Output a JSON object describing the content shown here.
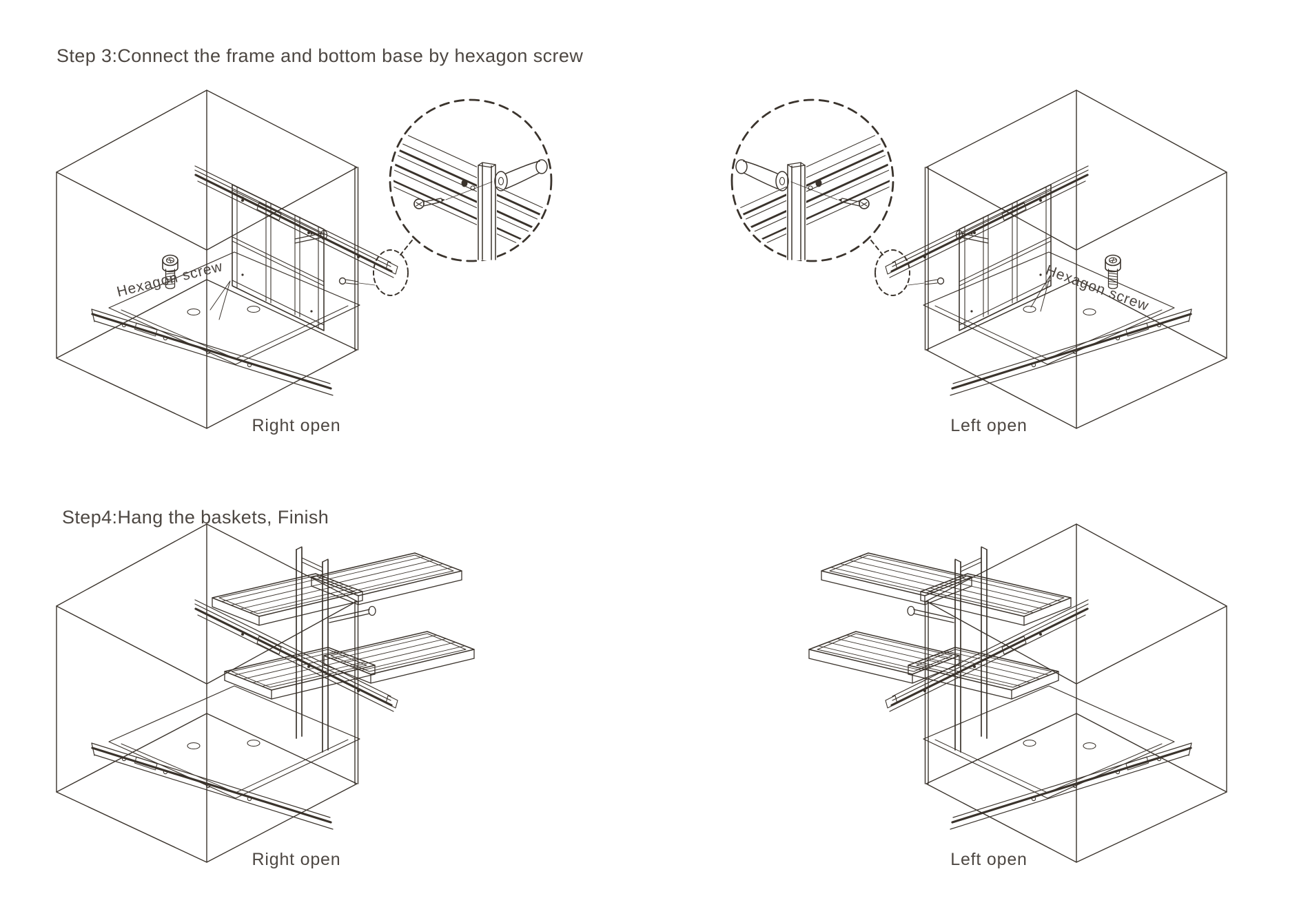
{
  "page": {
    "background": "#ffffff",
    "line_color": "#3a332c",
    "text_color": "#4d4742"
  },
  "step3": {
    "title": "Step 3:Connect the frame and bottom base by hexagon screw",
    "left_panel": {
      "caption": "Right open",
      "screw_label": "Hexagon screw"
    },
    "right_panel": {
      "caption": "Left open",
      "screw_label": "Hexagon screw"
    }
  },
  "step4": {
    "title": "Step4:Hang the baskets, Finish",
    "left_panel": {
      "caption": "Right open"
    },
    "right_panel": {
      "caption": "Left open"
    }
  },
  "icons": {
    "hexagon_screw": "hexagon-screw-icon",
    "detail_lens": "detail-circle-icon",
    "pull_handle": "pull-handle-icon"
  }
}
